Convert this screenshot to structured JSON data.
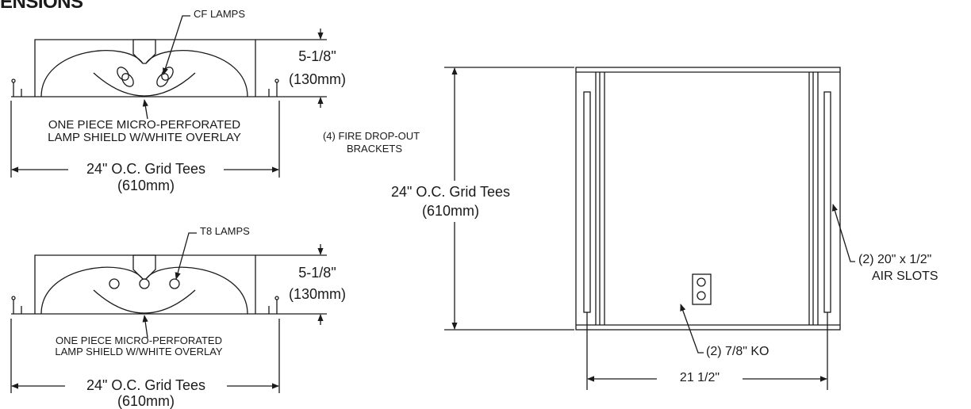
{
  "heading": "ENSIONS",
  "top_view": {
    "lamp_label": "CF LAMPS",
    "height_dim": "5-1/8\"",
    "height_dim_mm": "(130mm)",
    "shield_line1": "ONE PIECE MICRO-PERFORATED",
    "shield_line2": "LAMP SHIELD W/WHITE OVERLAY",
    "width_dim": "24\" O.C. Grid Tees",
    "width_dim_mm": "(610mm)"
  },
  "bottom_view": {
    "lamp_label": "T8 LAMPS",
    "height_dim": "5-1/8\"",
    "height_dim_mm": "(130mm)",
    "shield_line1": "ONE PIECE MICRO-PERFORATED",
    "shield_line2": "LAMP SHIELD W/WHITE OVERLAY",
    "width_dim": "24\" O.C. Grid Tees",
    "width_dim_mm": "(610mm)"
  },
  "brackets_line1": "(4) FIRE DROP-OUT",
  "brackets_line2": "BRACKETS",
  "plan_view": {
    "height_dim": "24\" O.C. Grid Tees",
    "height_dim_mm": "(610mm)",
    "air_slots_line1": "(2) 20\" x 1/2\"",
    "air_slots_line2": "AIR SLOTS",
    "ko_label": "(2) 7/8\" KO",
    "width_dim": "21 1/2\""
  }
}
